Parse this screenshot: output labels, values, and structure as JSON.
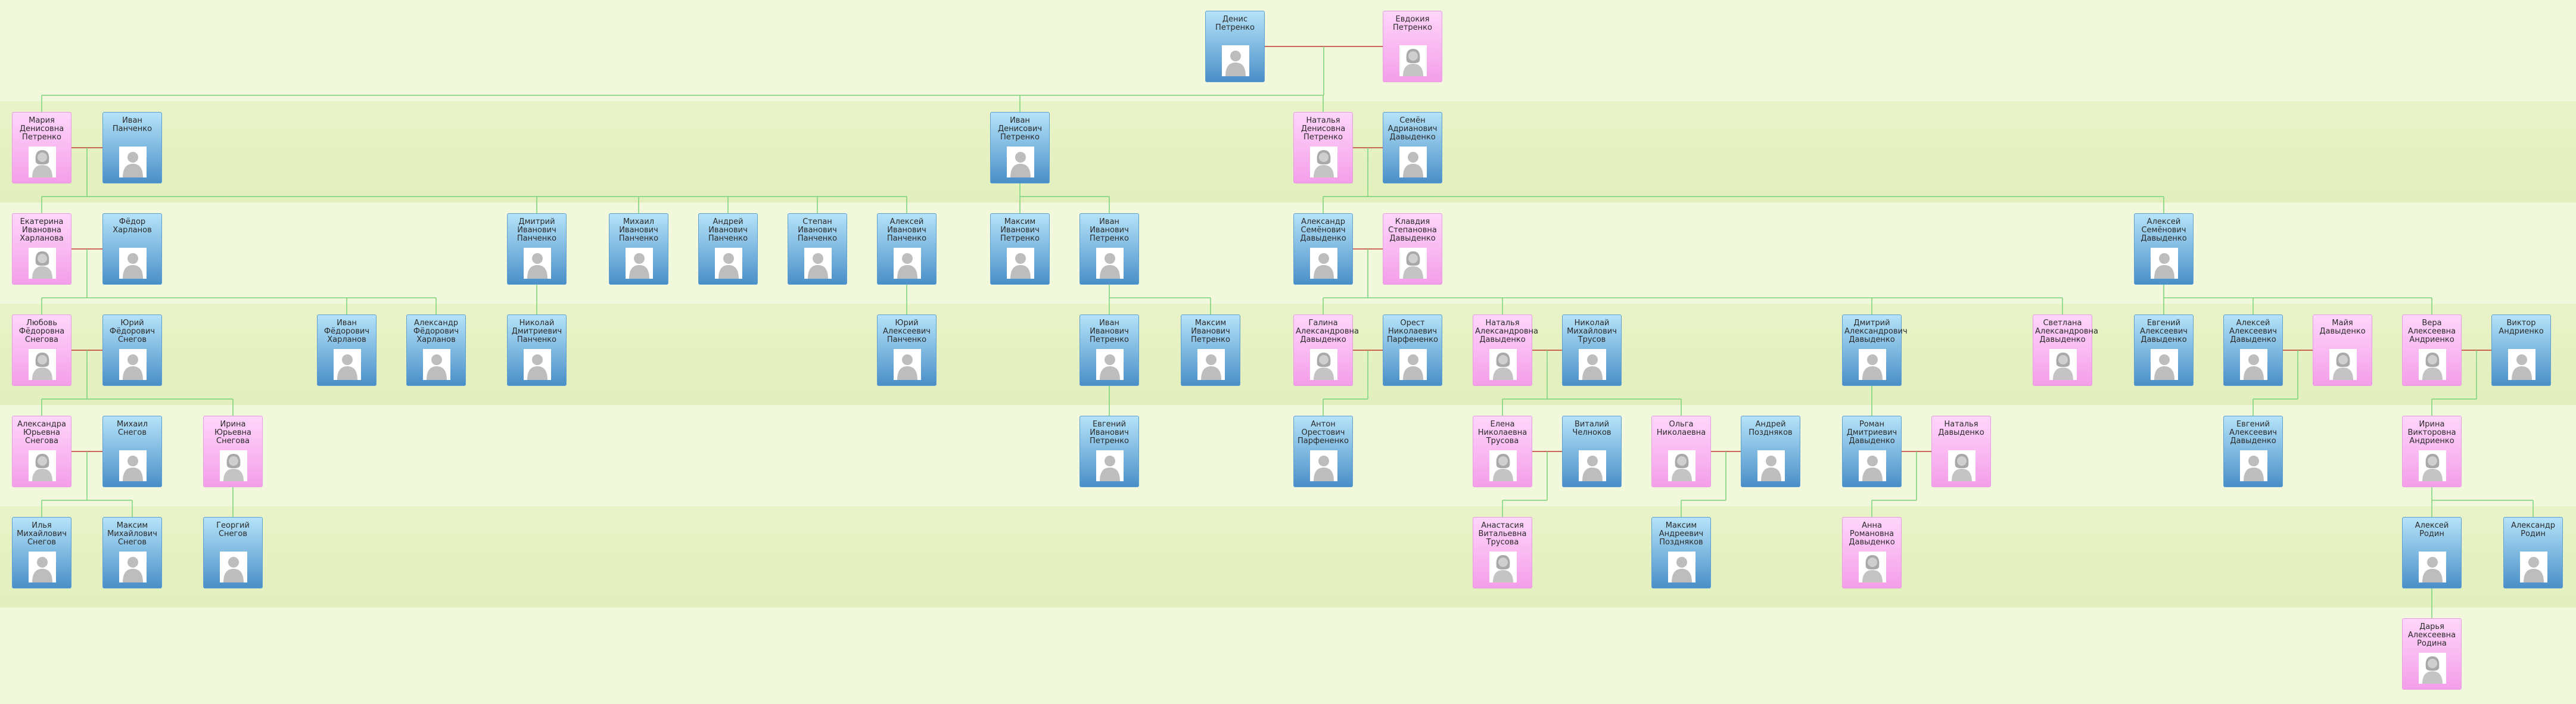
{
  "colors": {
    "male": "#4a8fc8",
    "female": "#f49ee9",
    "parent_line": "#7ad27a",
    "spouse_line": "#c0392b"
  },
  "icons": {
    "male": "male-silhouette-icon",
    "female": "female-silhouette-icon"
  },
  "people": [
    {
      "id": "p1",
      "name": "Денис\nПетренко",
      "g": "m"
    },
    {
      "id": "p2",
      "name": "Евдокия\nПетренко",
      "g": "f"
    },
    {
      "id": "p3",
      "name": "Мария\nДенисовна\nПетренко",
      "g": "f"
    },
    {
      "id": "p4",
      "name": "Иван\nПанченко",
      "g": "m"
    },
    {
      "id": "p5",
      "name": "Иван\nДенисович\nПетренко",
      "g": "m"
    },
    {
      "id": "p6",
      "name": "Наталья\nДенисовна\nПетренко",
      "g": "f"
    },
    {
      "id": "p7",
      "name": "Семён\nАдрианович\nДавыденко",
      "g": "m"
    },
    {
      "id": "p8",
      "name": "Екатерина\nИвановна\nХарланова",
      "g": "f"
    },
    {
      "id": "p9",
      "name": "Фёдор\nХарланов",
      "g": "m"
    },
    {
      "id": "p10",
      "name": "Дмитрий\nИванович\nПанченко",
      "g": "m"
    },
    {
      "id": "p11",
      "name": "Михаил\nИванович\nПанченко",
      "g": "m"
    },
    {
      "id": "p12",
      "name": "Андрей\nИванович\nПанченко",
      "g": "m"
    },
    {
      "id": "p13",
      "name": "Степан\nИванович\nПанченко",
      "g": "m"
    },
    {
      "id": "p14",
      "name": "Алексей\nИванович\nПанченко",
      "g": "m"
    },
    {
      "id": "p15",
      "name": "Максим\nИванович\nПетренко",
      "g": "m"
    },
    {
      "id": "p16",
      "name": "Иван\nИванович\nПетренко",
      "g": "m"
    },
    {
      "id": "p17",
      "name": "Александр\nСемёнович\nДавыденко",
      "g": "m"
    },
    {
      "id": "p18",
      "name": "Клавдия\nСтепановна\nДавыденко",
      "g": "f"
    },
    {
      "id": "p19",
      "name": "Алексей\nСемёнович\nДавыденко",
      "g": "m"
    },
    {
      "id": "p20",
      "name": "Любовь\nФёдоровна\nСнегова",
      "g": "f"
    },
    {
      "id": "p21",
      "name": "Юрий\nФёдорович\nСнегов",
      "g": "m"
    },
    {
      "id": "p22",
      "name": "Иван\nФёдорович\nХарланов",
      "g": "m"
    },
    {
      "id": "p23",
      "name": "Александр\nФёдорович\nХарланов",
      "g": "m"
    },
    {
      "id": "p24",
      "name": "Николай\nДмитриевич\nПанченко",
      "g": "m"
    },
    {
      "id": "p25",
      "name": "Юрий\nАлексеевич\nПанченко",
      "g": "m"
    },
    {
      "id": "p26",
      "name": "Иван\nИванович\nПетренко",
      "g": "m"
    },
    {
      "id": "p27",
      "name": "Максим\nИванович\nПетренко",
      "g": "m"
    },
    {
      "id": "p28",
      "name": "Галина\nАлександровна\nДавыденко",
      "g": "f"
    },
    {
      "id": "p29",
      "name": "Орест\nНиколаевич\nПарфененко",
      "g": "m"
    },
    {
      "id": "p30",
      "name": "Наталья\nАлександровна\nДавыденко",
      "g": "f"
    },
    {
      "id": "p31",
      "name": "Николай\nМихайлович\nТрусов",
      "g": "m"
    },
    {
      "id": "p32",
      "name": "Дмитрий\nАлександрович\nДавыденко",
      "g": "m"
    },
    {
      "id": "p33",
      "name": "Светлана\nАлександровна\nДавыденко",
      "g": "f"
    },
    {
      "id": "p34",
      "name": "Евгений\nАлексеевич\nДавыденко",
      "g": "m"
    },
    {
      "id": "p35",
      "name": "Алексей\nАлексеевич\nДавыденко",
      "g": "m"
    },
    {
      "id": "p36",
      "name": "Майя\nДавыденко",
      "g": "f"
    },
    {
      "id": "p37",
      "name": "Вера\nАлексеевна\nАндриенко",
      "g": "f"
    },
    {
      "id": "p38",
      "name": "Виктор\nАндриенко",
      "g": "m"
    },
    {
      "id": "p39",
      "name": "Александра\nЮрьевна\nСнегова",
      "g": "f"
    },
    {
      "id": "p40",
      "name": "Михаил\nСнегов",
      "g": "m"
    },
    {
      "id": "p41",
      "name": "Ирина\nЮрьевна\nСнегова",
      "g": "f"
    },
    {
      "id": "p42",
      "name": "Евгений\nИванович\nПетренко",
      "g": "m"
    },
    {
      "id": "p43",
      "name": "Антон\nОрестович\nПарфененко",
      "g": "m"
    },
    {
      "id": "p44",
      "name": "Елена\nНиколаевна\nТрусова",
      "g": "f"
    },
    {
      "id": "p45",
      "name": "Виталий\nЧелноков",
      "g": "m"
    },
    {
      "id": "p46",
      "name": "Ольга\nНиколаевна",
      "g": "f"
    },
    {
      "id": "p47",
      "name": "Андрей\nПоздняков",
      "g": "m"
    },
    {
      "id": "p48",
      "name": "Роман\nДмитриевич\nДавыденко",
      "g": "m"
    },
    {
      "id": "p49",
      "name": "Наталья\nДавыденко",
      "g": "f"
    },
    {
      "id": "p50",
      "name": "Евгений\nАлексеевич\nДавыденко",
      "g": "m"
    },
    {
      "id": "p51",
      "name": "Ирина\nВикторовна\nАндриенко",
      "g": "f"
    },
    {
      "id": "p52",
      "name": "Илья\nМихайлович\nСнегов",
      "g": "m"
    },
    {
      "id": "p53",
      "name": "Максим\nМихайлович\nСнегов",
      "g": "m"
    },
    {
      "id": "p54",
      "name": "Георгий\nСнегов",
      "g": "m"
    },
    {
      "id": "p55",
      "name": "Анастасия\nВитальевна\nТрусова",
      "g": "f"
    },
    {
      "id": "p56",
      "name": "Максим\nАндреевич\nПоздняков",
      "g": "m"
    },
    {
      "id": "p57",
      "name": "Анна\nРомановна\nДавыденко",
      "g": "f"
    },
    {
      "id": "p58",
      "name": "Алексей\nРодин",
      "g": "m"
    },
    {
      "id": "p59",
      "name": "Александр\nРодин",
      "g": "m"
    },
    {
      "id": "p60",
      "name": "Дарья\nАлексеевна\nРодина",
      "g": "f"
    }
  ]
}
